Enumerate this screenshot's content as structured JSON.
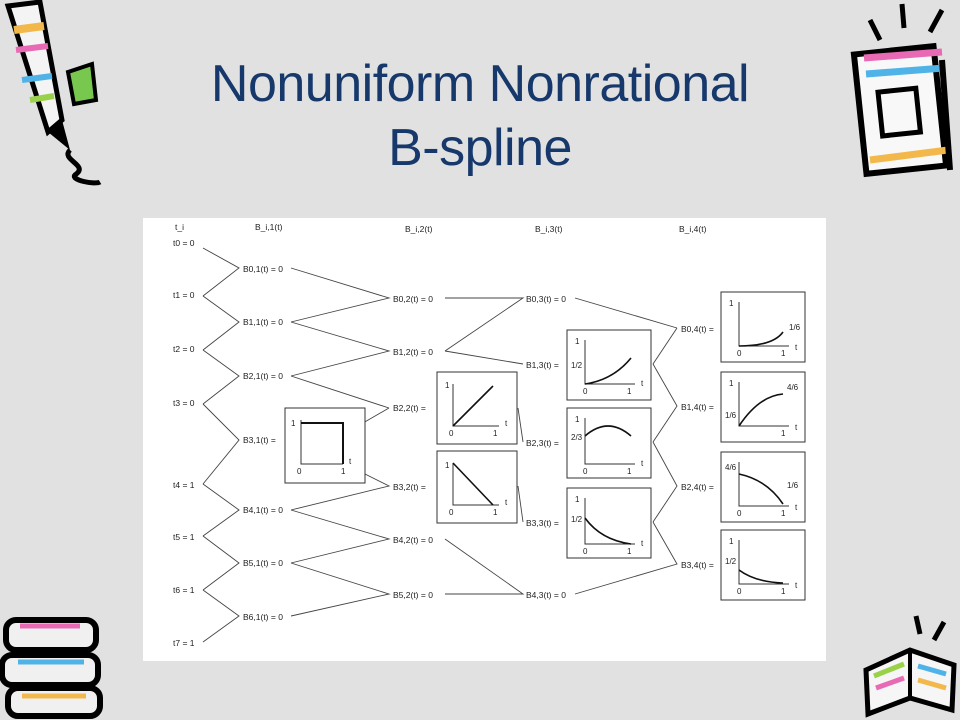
{
  "title": {
    "line1": "Nonuniform Nonrational",
    "line2": "B-spline"
  },
  "figure": {
    "headers": [
      "t_i",
      "B_i,1(t)",
      "B_i,2(t)",
      "B_i,3(t)",
      "B_i,4(t)"
    ],
    "knots": [
      "t0 = 0",
      "t1 = 0",
      "t2 = 0",
      "t3 = 0",
      "t4 = 1",
      "t5 = 1",
      "t6 = 1",
      "t7 = 1"
    ],
    "order1": [
      "B0,1(t) = 0",
      "B1,1(t) = 0",
      "B2,1(t) = 0",
      "B3,1(t) =",
      "B4,1(t) = 0",
      "B5,1(t) = 0",
      "B6,1(t) = 0"
    ],
    "order2": [
      "B0,2(t) = 0",
      "B1,2(t) = 0",
      "B2,2(t) =",
      "B3,2(t) =",
      "B4,2(t) = 0",
      "B5,2(t) = 0"
    ],
    "order3": [
      "B0,3(t) = 0",
      "B1,3(t) =",
      "B2,3(t) =",
      "B3,3(t) =",
      "B4,3(t) = 0"
    ],
    "order4": [
      "B0,4(t) =",
      "B1,4(t) =",
      "B2,4(t) =",
      "B3,4(t) ="
    ],
    "axis_labels": {
      "zero": "0",
      "one": "1",
      "t": "t",
      "half": "1/2",
      "two_thirds": "2/3",
      "sixth": "1/6",
      "four_sixths": "4/6"
    }
  },
  "decor": [
    "pencil-icon",
    "notebook-icon",
    "books-icon",
    "open-book-icon"
  ],
  "colors": {
    "title": "#16386b",
    "background": "#e1e1e1",
    "panel": "#ffffff"
  }
}
